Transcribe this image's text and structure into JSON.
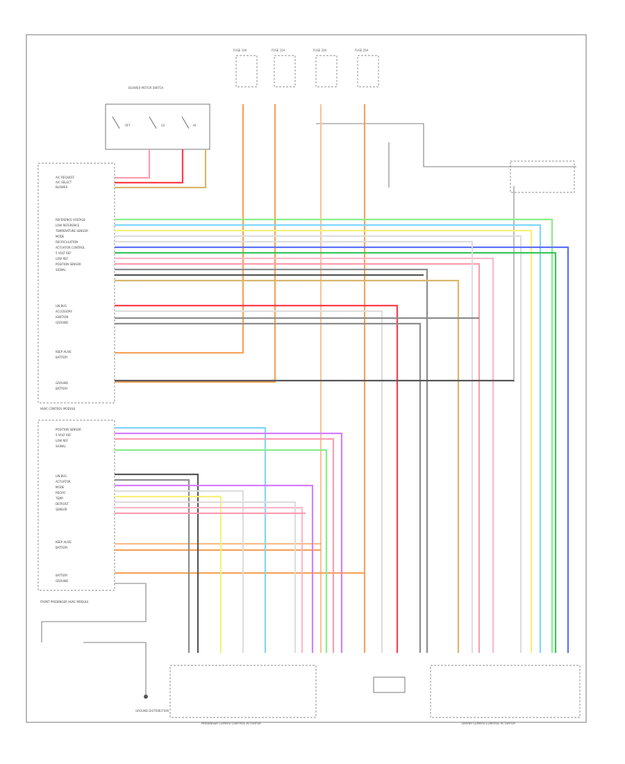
{
  "figure_id": "",
  "colors": {
    "orange": "#f6a25a",
    "red": "#ff3b4a",
    "pink": "#ff9bb0",
    "ltgreen": "#88ee88",
    "ltblue": "#7fd4ff",
    "yellow": "#f6f07a",
    "white": "#dddddd",
    "blue": "#5a6fff",
    "violet": "#d77cff",
    "green": "#37c45a",
    "gray": "#8c8c8c",
    "dkgray": "#555555",
    "tan": "#d8b66a",
    "peach": "#f9c39a"
  },
  "left_module": {
    "top_pins": [
      "A/C REQUEST",
      "A/C SELECT",
      "BLOWER"
    ],
    "mid_pins": [
      "REFERENCE VOLTAGE",
      "LOW REFERENCE",
      "TEMPERATURE SENSOR",
      "MODE",
      "RECIRCULATION",
      "ACTUATOR CONTROL",
      "5 VOLT REF",
      "LOW REF",
      "POSITION SENSOR",
      "SIGNAL"
    ],
    "lower_pins": [
      "LIN BUS",
      "ACCESSORY",
      "IGNITION",
      "GROUND"
    ],
    "battery_pins": [
      "KEEP ALIVE",
      "BATTERY"
    ],
    "ground_pins": [
      "GROUND",
      "BATTERY"
    ],
    "module_name": "HVAC CONTROL MODULE"
  },
  "lower_module": {
    "pins_a": [
      "POSITION SENSOR",
      "5 VOLT REF",
      "LOW REF",
      "SIGNAL"
    ],
    "pins_b": [
      "LIN BUS",
      "ACTUATOR",
      "MODE",
      "RECIRC",
      "TEMP",
      "DEFROST",
      "SENSOR"
    ],
    "battery_pins": [
      "KEEP ALIVE",
      "BATTERY"
    ],
    "ground_pins": [
      "BATTERY",
      "GROUND"
    ],
    "module_name": "FRONT PASSENGER HVAC MODULE"
  },
  "switches": {
    "top_label": "BLOWER MOTOR SWITCH",
    "labels": [
      "OFF",
      "LO",
      "HI"
    ]
  },
  "fuses": [
    "FUSE 10A",
    "FUSE 15A",
    "FUSE 20A",
    "FUSE 25A"
  ],
  "bottom_labels": {
    "left": "PASSENGER CLIMATE CONTROL ACTUATOR",
    "right": "DRIVER CLIMATE CONTROL ACTUATOR"
  },
  "ground_label": "GROUND DISTRIBUTION"
}
